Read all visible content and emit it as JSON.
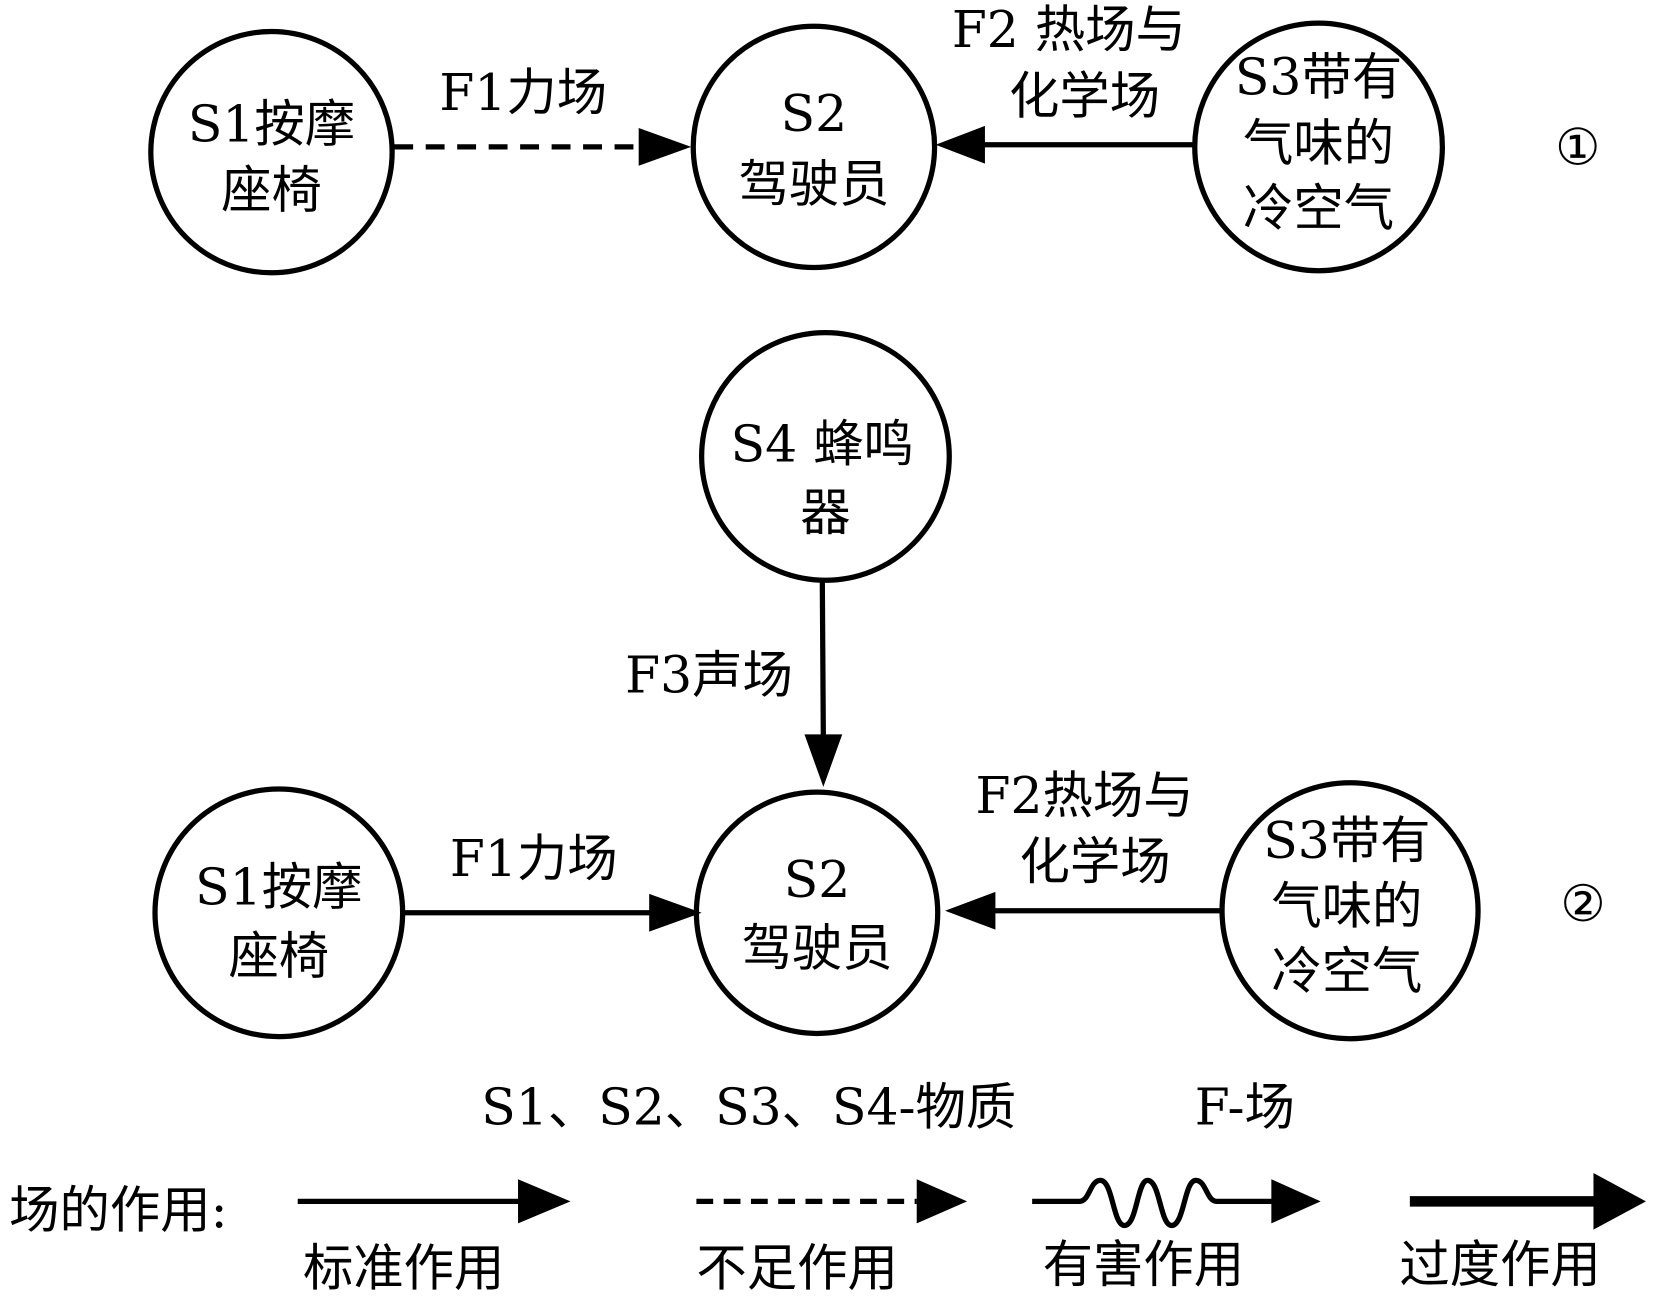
{
  "diagram1": {
    "marker": "①",
    "s1": [
      "S1按摩",
      "座椅"
    ],
    "s2": [
      "S2",
      "驾驶员"
    ],
    "s3": [
      "S3带有",
      "气味的",
      "冷空气"
    ],
    "f1": "F1力场",
    "f2": [
      "F2 热场与",
      "化学场"
    ]
  },
  "diagram2": {
    "marker": "②",
    "s4": [
      "S4 蜂鸣",
      "器"
    ],
    "f3": "F3声场",
    "s1": [
      "S1按摩",
      "座椅"
    ],
    "s2": [
      "S2",
      "驾驶员"
    ],
    "s3": [
      "S3带有",
      "气味的",
      "冷空气"
    ],
    "f1": "F1力场",
    "f2": [
      "F2热场与",
      "化学场"
    ]
  },
  "legend": {
    "substances": "S1、S2、S3、S4-物质",
    "field": "F-场",
    "title": "场的作用:",
    "standard": "标准作用",
    "insufficient": "不足作用",
    "harmful": "有害作用",
    "excessive": "过度作用"
  }
}
